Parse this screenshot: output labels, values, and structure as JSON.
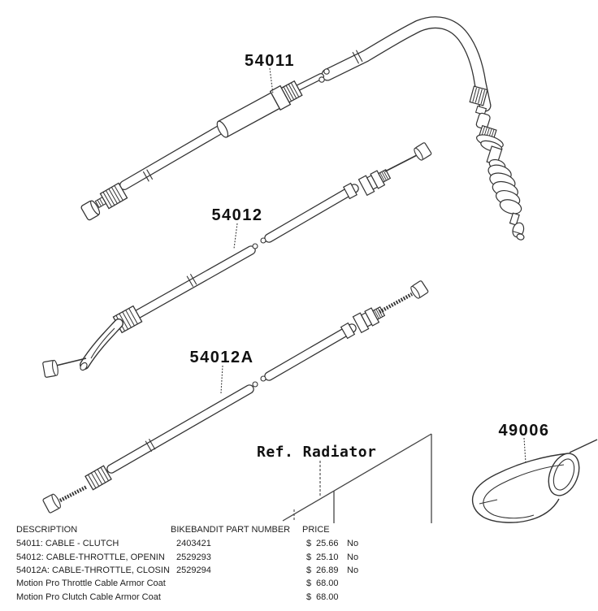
{
  "diagram": {
    "labels": {
      "part_54011": "54011",
      "part_54012": "54012",
      "part_54012a": "54012A",
      "part_49006": "49006",
      "ref_radiator": "Ref. Radiator"
    }
  },
  "table": {
    "columns": [
      "DESCRIPTION",
      "BIKEBANDIT PART NUMBER",
      "PRICE"
    ],
    "rows": [
      {
        "description": "54011: CABLE - CLUTCH",
        "part_number": "2403421",
        "currency": "$",
        "price": "25.66",
        "availability": "No"
      },
      {
        "description": "54012: CABLE-THROTTLE, OPENIN",
        "part_number": "2529293",
        "currency": "$",
        "price": "25.10",
        "availability": "No"
      },
      {
        "description": "54012A: CABLE-THROTTLE, CLOSIN",
        "part_number": "2529294",
        "currency": "$",
        "price": "26.89",
        "availability": "No"
      },
      {
        "description": "Motion Pro Throttle Cable Armor Coat",
        "part_number": "",
        "currency": "$",
        "price": "68.00",
        "availability": ""
      },
      {
        "description": "Motion Pro Clutch Cable Armor Coat",
        "part_number": "",
        "currency": "$",
        "price": "68.00",
        "availability": ""
      }
    ]
  },
  "colors": {
    "line": "#333333",
    "text": "#1f1f1f",
    "background": "#ffffff"
  }
}
